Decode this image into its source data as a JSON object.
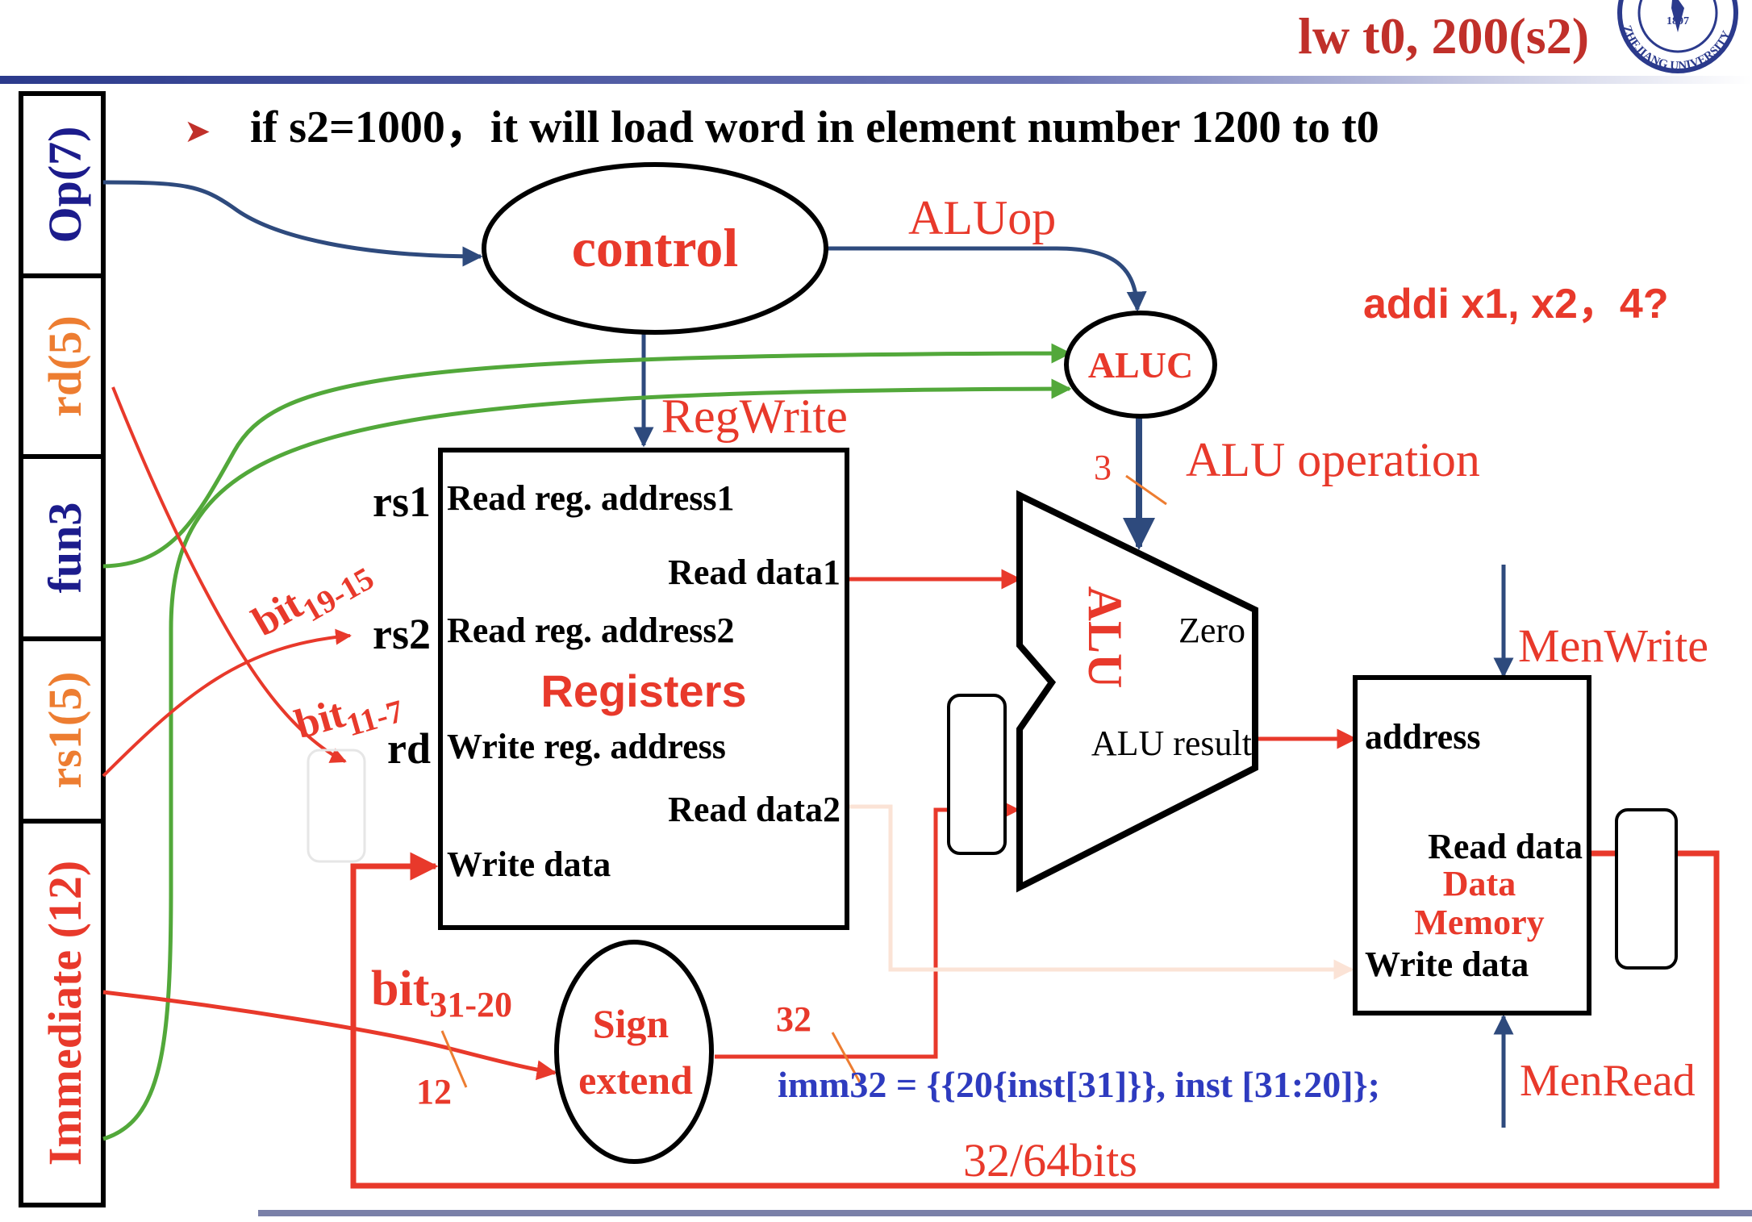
{
  "slide": {
    "title": "lw  t0, 200(s2)",
    "bullet": "if  s2=1000，it  will  load  word in element  number 1200 to t0",
    "side_question": "addi  x1, x2，4?",
    "logo_text": "1897 ZHEJIANG UNIVERSITY",
    "colors": {
      "red": "#e8392b",
      "navy": "#1c1c8c",
      "blue_wire": "#2e4a7d",
      "green": "#52a83a",
      "orange": "#ed7d31",
      "black": "#000000"
    }
  },
  "instruction_fields": [
    {
      "label": "Op(7)",
      "color": "navy"
    },
    {
      "label": "rd(5)",
      "color": "orange"
    },
    {
      "label": "fun3",
      "color": "navy"
    },
    {
      "label": "rs1(5)",
      "color": "orange"
    },
    {
      "label": "Immediate (12)",
      "color": "red"
    }
  ],
  "control": {
    "label": "control",
    "aluop": "ALUop",
    "regwrite": "RegWrite"
  },
  "aluc": {
    "label": "ALUC",
    "bits": "3",
    "operation": "ALU operation"
  },
  "registers": {
    "title": "Registers",
    "read_addr1": "Read reg. address1",
    "read_data1": "Read data1",
    "read_addr2": "Read reg. address2",
    "write_addr": "Write reg. address",
    "read_data2": "Read data2",
    "write_data": "Write data",
    "rs1": "rs1",
    "rs2": "rs2",
    "rd": "rd",
    "bit_rs2": "bit",
    "bit_rs2_sub": "19-15",
    "bit_rd": "bit",
    "bit_rd_sub": "11-7"
  },
  "alu": {
    "label": "ALU",
    "zero": "Zero",
    "result": "ALU result"
  },
  "memory": {
    "address": "address",
    "read_data": "Read data",
    "title_line1": "Data",
    "title_line2": "Memory",
    "write_data": "Write data",
    "memwrite": "MenWrite",
    "memread": "MenRead"
  },
  "sign_extend": {
    "line1": "Sign",
    "line2": "extend",
    "bit": "bit",
    "bit_sub": "31-20",
    "in_width": "12",
    "out_width": "32"
  },
  "imm32_formula": "imm32 = {{20{inst[31]}}, inst [31:20]};",
  "writeback_width": "32/64bits"
}
